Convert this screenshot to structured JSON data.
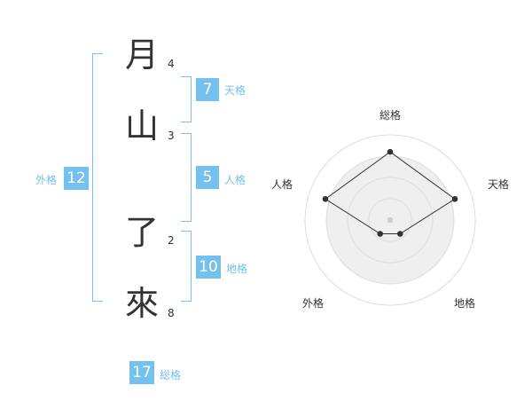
{
  "name": {
    "chars": [
      {
        "char": "月",
        "strokes": "4"
      },
      {
        "char": "山",
        "strokes": "3"
      },
      {
        "char": "了",
        "strokes": "2"
      },
      {
        "char": "來",
        "strokes": "8"
      }
    ]
  },
  "fortunes": {
    "tenkaku": {
      "value": "7",
      "label": "天格"
    },
    "jinkaku": {
      "value": "5",
      "label": "人格"
    },
    "chikaku": {
      "value": "10",
      "label": "地格"
    },
    "gaikaku": {
      "value": "12",
      "label": "外格"
    },
    "soukaku": {
      "value": "17",
      "label": "総格"
    }
  },
  "radar": {
    "labels": {
      "top": "総格",
      "right": "天格",
      "bottom_right": "地格",
      "bottom_left": "外格",
      "left": "人格"
    },
    "levels": {
      "soukaku": 0.8,
      "tenkaku": 0.8,
      "chikaku": 0.2,
      "gaikaku": 0.2,
      "jinkaku": 0.8
    }
  },
  "colors": {
    "accent": "#74c0ee",
    "ring": "#dddddd",
    "fill": "#efefef",
    "line": "#333333"
  }
}
